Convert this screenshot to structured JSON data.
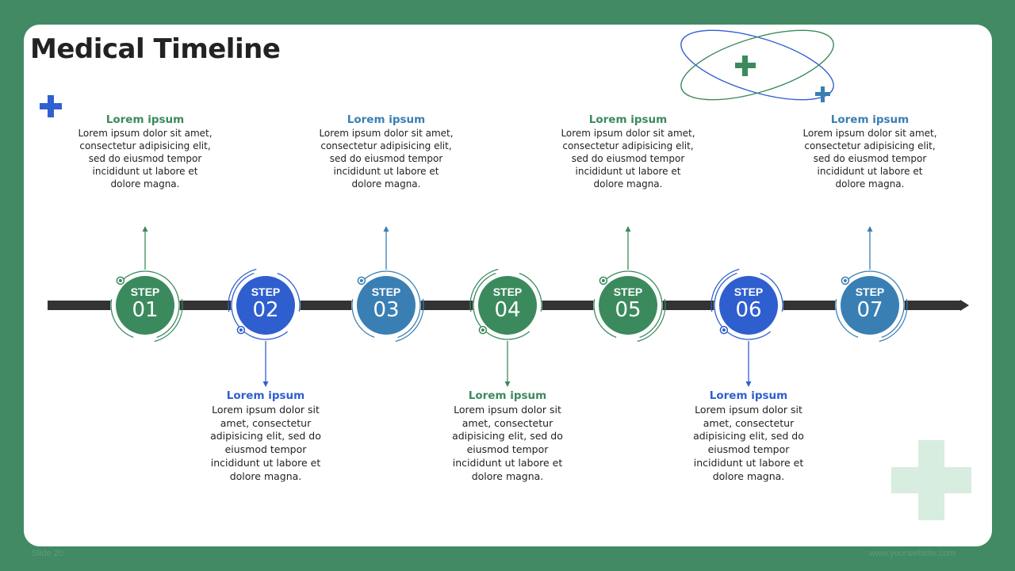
{
  "title": "Medical Timeline",
  "colors": {
    "green": "#3b8a5d",
    "blue": "#2f5fce",
    "steel": "#3a7fb4",
    "track": "#333333"
  },
  "steps": [
    {
      "label": "STEP",
      "number": "01",
      "color": "green",
      "position": "top",
      "heading": "Lorem ipsum",
      "body": "Lorem ipsum dolor sit amet, consectetur adipisicing elit, sed do eiusmod tempor incididunt ut labore et dolore magna."
    },
    {
      "label": "STEP",
      "number": "02",
      "color": "blue",
      "position": "bottom",
      "heading": "Lorem ipsum",
      "body": "Lorem ipsum dolor sit amet, consectetur adipisicing elit, sed do eiusmod tempor incididunt ut labore et dolore magna."
    },
    {
      "label": "STEP",
      "number": "03",
      "color": "steel",
      "position": "top",
      "heading": "Lorem ipsum",
      "body": "Lorem ipsum dolor sit amet, consectetur adipisicing elit, sed do eiusmod tempor incididunt ut labore et dolore magna."
    },
    {
      "label": "STEP",
      "number": "04",
      "color": "green",
      "position": "bottom",
      "heading": "Lorem ipsum",
      "body": "Lorem ipsum dolor sit amet, consectetur adipisicing elit, sed do eiusmod tempor incididunt ut labore et dolore magna."
    },
    {
      "label": "STEP",
      "number": "05",
      "color": "green",
      "position": "top",
      "heading": "Lorem ipsum",
      "body": "Lorem ipsum dolor sit amet, consectetur adipisicing elit, sed do eiusmod tempor incididunt ut labore et dolore magna."
    },
    {
      "label": "STEP",
      "number": "06",
      "color": "blue",
      "position": "bottom",
      "heading": "Lorem ipsum",
      "body": "Lorem ipsum dolor sit amet, consectetur adipisicing elit, sed do eiusmod tempor incididunt ut labore et dolore magna."
    },
    {
      "label": "STEP",
      "number": "07",
      "color": "steel",
      "position": "top",
      "heading": "Lorem ipsum",
      "body": "Lorem ipsum dolor sit amet, consectetur adipisicing elit, sed do eiusmod tempor incididunt ut labore et dolore magna."
    }
  ],
  "footer": {
    "slide": "Slide 20",
    "website": "www.yourwebsite.com"
  },
  "icons": [
    "medical-cross-icon",
    "orbit-logo-icon"
  ]
}
